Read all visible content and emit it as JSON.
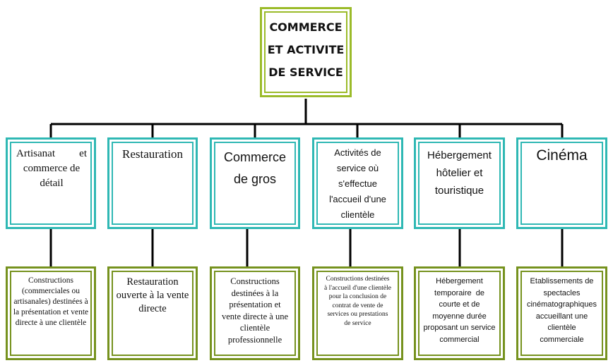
{
  "root": {
    "lines": [
      "COMMERCE",
      "ET ACTIVITE",
      "DE SERVICE"
    ]
  },
  "categories": [
    {
      "title_lines": [
        "Artisanat",
        "et",
        "commerce de",
        "détail"
      ],
      "description_lines": [
        "Constructions",
        "(commerciales ou",
        "artisanales) destinées à",
        "la présentation et vente",
        "directe à une clientèle"
      ]
    },
    {
      "title_lines": [
        "Restauration"
      ],
      "description_lines": [
        "Restauration",
        "ouverte à la vente",
        "directe"
      ]
    },
    {
      "title_lines": [
        "Commerce",
        "de gros"
      ],
      "description_lines": [
        "Constructions",
        "destinées à la",
        "présentation et",
        "vente directe à une",
        "clientèle",
        "professionnelle"
      ]
    },
    {
      "title_lines": [
        "Activités de",
        "service où",
        "s'effectue",
        "l'accueil d'une",
        "clientèle"
      ],
      "description_lines": [
        "Constructions destinées",
        "à l'accueil d'une clientèle",
        "pour la conclusion de",
        "contrat de vente de",
        "services ou prestations",
        "de service"
      ]
    },
    {
      "title_lines": [
        "Hébergement",
        "hôtelier et",
        "touristique"
      ],
      "description_lines": [
        "Hébergement",
        "temporaire  de",
        "courte et de",
        "moyenne durée",
        "proposant un service",
        "commercial"
      ]
    },
    {
      "title_lines": [
        "Cinéma"
      ],
      "description_lines": [
        "Etablissements de",
        "spectacles",
        "cinématographiques",
        "accueillant une",
        "clientèle",
        "commerciale"
      ]
    }
  ],
  "colors": {
    "root_border": "#9bbb29",
    "category_border": "#2fb8b4",
    "description_border": "#76921e",
    "connector": "#000000"
  }
}
